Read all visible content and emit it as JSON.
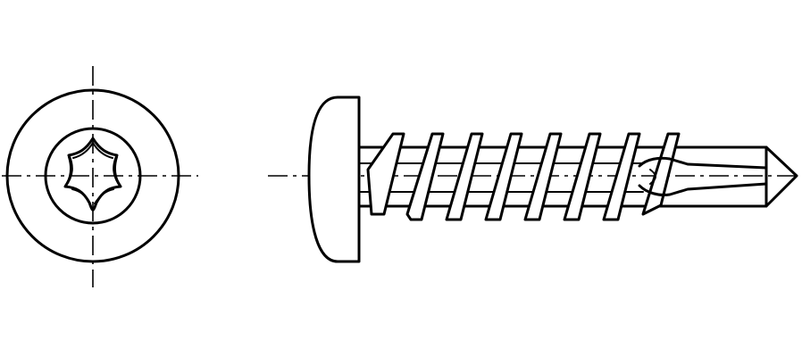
{
  "drawing": {
    "subject": "pan-head-torx-self-drilling-screw",
    "views": [
      "head-end-view",
      "side-view"
    ],
    "line_color": "#000000",
    "background_color": "#ffffff",
    "head_recess_icon": "torx-star-icon"
  }
}
